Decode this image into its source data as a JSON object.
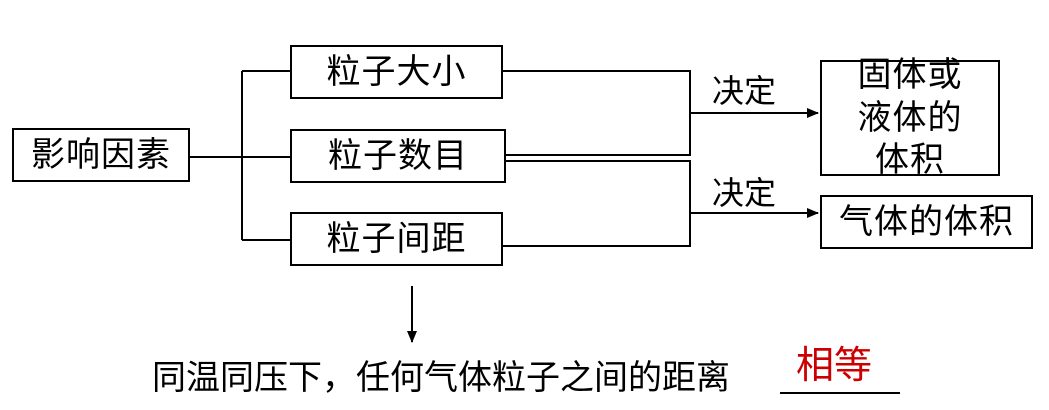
{
  "root": {
    "label": "影响因素"
  },
  "factors": [
    {
      "label": "粒子大小"
    },
    {
      "label": "粒子数目"
    },
    {
      "label": "粒子间距"
    }
  ],
  "determines": [
    {
      "label": "决定"
    },
    {
      "label": "决定"
    }
  ],
  "outcomes": [
    {
      "label": "固体或液体的体积"
    },
    {
      "label": "气体的体积"
    }
  ],
  "conclusion": {
    "text": "同温同压下，任何气体粒子之间的距离",
    "answer": "相等",
    "answer_color": "#cc0000"
  }
}
